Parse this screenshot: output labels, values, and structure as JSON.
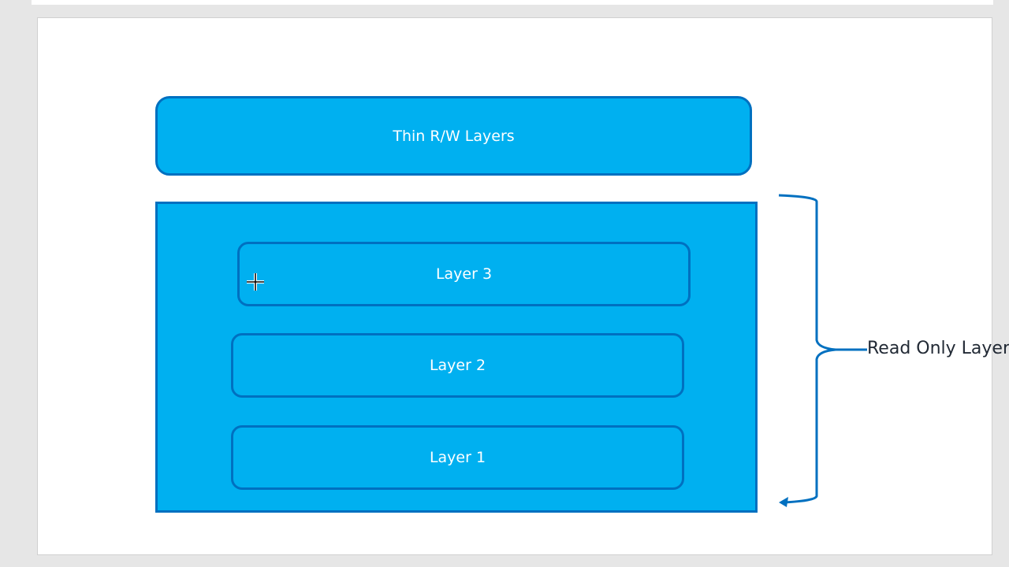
{
  "diagram": {
    "top_layer": "Thin R/W Layers",
    "layers": [
      "Layer 3",
      "Layer 2",
      "Layer 1"
    ],
    "brace_label": "Read Only Layer"
  },
  "colors": {
    "fill": "#00b0f0",
    "border": "#0070c0",
    "brace": "#0070c0",
    "text": "#222a35"
  }
}
